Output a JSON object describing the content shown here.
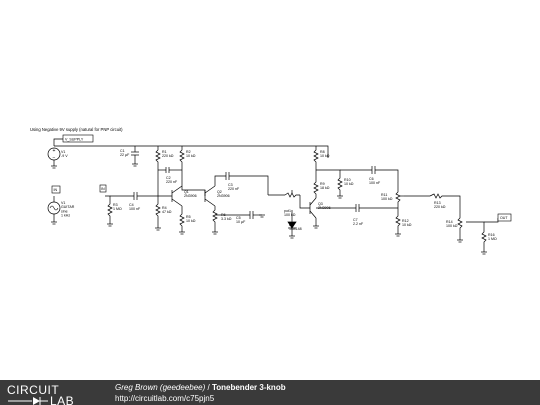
{
  "note": "Using Negative 9V supply (natural for PNP circuit)",
  "components": [
    {
      "id": "V_SUPPLY",
      "lines": [
        "V_SUPPLY"
      ]
    },
    {
      "id": "V1",
      "lines": [
        "V1",
        "-9 V"
      ]
    },
    {
      "id": "C1",
      "lines": [
        "C1",
        "22 µF"
      ]
    },
    {
      "id": "R1",
      "lines": [
        "R1",
        "220 kΩ"
      ]
    },
    {
      "id": "R2",
      "lines": [
        "R2",
        "10 kΩ"
      ]
    },
    {
      "id": "C2",
      "lines": [
        "C2",
        "220 nF"
      ]
    },
    {
      "id": "IN_PORT",
      "lines": [
        "IN"
      ]
    },
    {
      "id": "IN_LABEL",
      "lines": [
        "IN"
      ]
    },
    {
      "id": "GUITAR",
      "lines": [
        "V1",
        "GUITAR",
        "sine",
        "1 kHz"
      ]
    },
    {
      "id": "R3",
      "lines": [
        "R3",
        "1 MΩ"
      ]
    },
    {
      "id": "C4",
      "lines": [
        "C4",
        "100 nF"
      ]
    },
    {
      "id": "Q1",
      "lines": [
        "Q1",
        "2N3906"
      ]
    },
    {
      "id": "R4",
      "lines": [
        "R4",
        "47 kΩ"
      ]
    },
    {
      "id": "R5",
      "lines": [
        "R5",
        "10 kΩ"
      ]
    },
    {
      "id": "C3",
      "lines": [
        "C3",
        "220 nF"
      ]
    },
    {
      "id": "Q2",
      "lines": [
        "Q2",
        "2N3906"
      ]
    },
    {
      "id": "R6",
      "lines": [
        "R6",
        "3.3 kΩ"
      ]
    },
    {
      "id": "C5",
      "lines": [
        "C5",
        "10 µF"
      ]
    },
    {
      "id": "POT1",
      "lines": [
        "pot1",
        "100 kΩ"
      ]
    },
    {
      "id": "D1",
      "lines": [
        "D1",
        "1N4148"
      ]
    },
    {
      "id": "R8",
      "lines": [
        "R8",
        "10 kΩ"
      ]
    },
    {
      "id": "R9",
      "lines": [
        "R9",
        "18 kΩ"
      ]
    },
    {
      "id": "Q3",
      "lines": [
        "Q3",
        "2N3906"
      ]
    },
    {
      "id": "R10",
      "lines": [
        "R10",
        "10 kΩ"
      ]
    },
    {
      "id": "C6",
      "lines": [
        "C6",
        "100 nF"
      ]
    },
    {
      "id": "C7",
      "lines": [
        "C7",
        "2.2 nF"
      ]
    },
    {
      "id": "R11",
      "lines": [
        "R11",
        "100 kΩ"
      ]
    },
    {
      "id": "R12",
      "lines": [
        "R12",
        "10 kΩ"
      ]
    },
    {
      "id": "R13",
      "lines": [
        "R13",
        "220 kΩ"
      ]
    },
    {
      "id": "R14",
      "lines": [
        "R14",
        "100 kΩ"
      ]
    },
    {
      "id": "R16",
      "lines": [
        "R16",
        "1 MΩ"
      ]
    },
    {
      "id": "OUT",
      "lines": [
        "OUT"
      ]
    }
  ],
  "footer": {
    "logo_top": "CIRCUIT",
    "logo_bottom": "LAB",
    "author": "Greg Brown (geedeebee)",
    "separator": " / ",
    "title": "Tonebender 3-knob",
    "url": "http://circuitlab.com/c75pjn5"
  }
}
